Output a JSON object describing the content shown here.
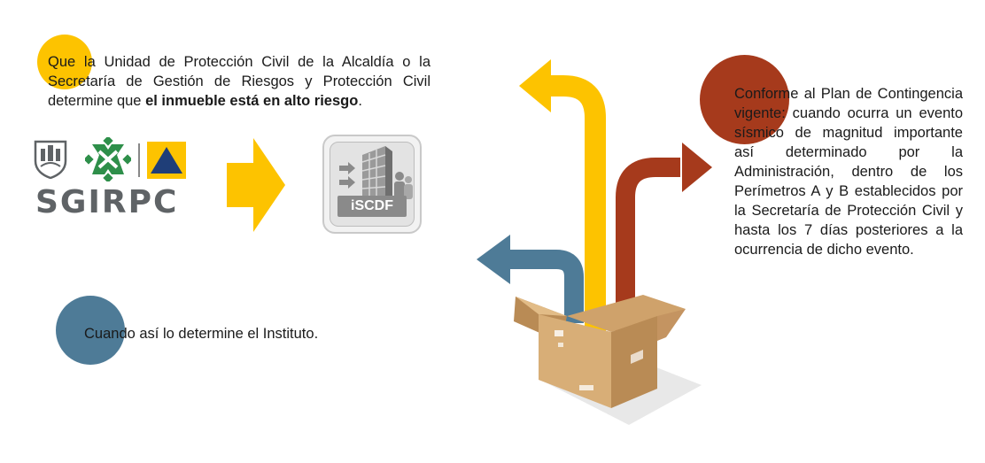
{
  "colors": {
    "yellow": "#FDC300",
    "red": "#A63A1C",
    "blue": "#4E7B97",
    "gray": "#5f6366"
  },
  "top_text": {
    "before_bold": "Que la Unidad de Protección Civil de la Alcaldía o la Secretaría de Gestión de Riesgos y Protección Civil determine que ",
    "bold": "el inmueble está en alto riesgo",
    "after_bold": "."
  },
  "bottom_text": "Cuando así lo determine el Instituto.",
  "right_text": "Conforme al Plan de Contingencia vigente: cuando ocurra un evento sísmico de magnitud importante así determinado por la Administración, dentro de los Perímetros A y B establecidos por la Secretaría de Protección Civil y hasta los 7 días posteriores a la ocurrencia de dicho evento.",
  "logo": {
    "wordmark": "SGIRPC"
  },
  "iscdf": {
    "label": "iSCDF"
  },
  "icons": [
    "city-shield-icon",
    "cdmx-emblem-icon",
    "civil-protection-triangle-icon",
    "arrow-right-icon",
    "building-people-icon",
    "open-box-icon",
    "arrow-up-left-icon",
    "arrow-up-right-icon",
    "arrow-left-icon"
  ]
}
